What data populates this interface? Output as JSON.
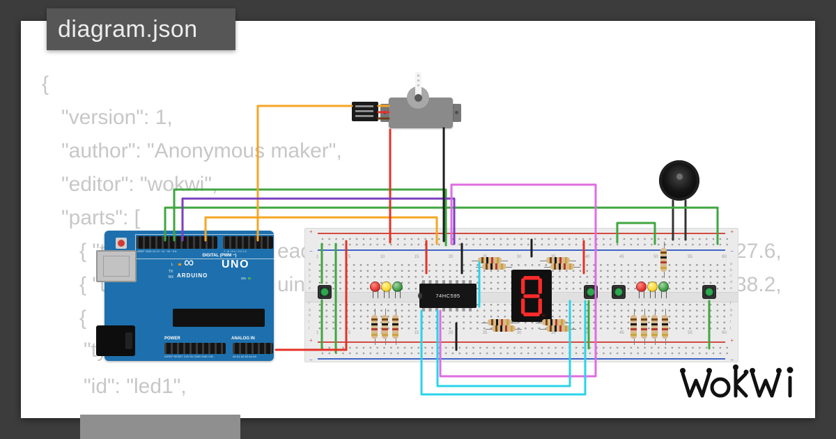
{
  "palette": {
    "frame": "#3c3c3c",
    "card": "#ffffff",
    "title_box_bg": "#565656",
    "code_text": "#c7c7c7",
    "board_blue": "#1d70ad",
    "wire_green": "#3fa63f",
    "wire_red": "#e53125",
    "wire_orange": "#f5a623",
    "wire_black": "#1c1c1c",
    "wire_purple": "#7b3fbf",
    "wire_violet": "#e06ce0",
    "wire_cyan": "#29d3e8",
    "led_red": "#e53935",
    "led_yellow": "#fdd835",
    "led_green": "#43a047"
  },
  "title_box": {
    "label": "diagram.json"
  },
  "code_preview": {
    "fragments": [
      "{",
      "\"version\": 1,",
      "\"author\": \"Anonymous maker\",",
      "\"editor\": \"wokwi\",",
      "\"parts\": [",
      "{ \"ty",
      "ead",
      "27.6,",
      "{ \"ty",
      "uino",
      "38.2,",
      "{",
      "\"ty",
      "\"id\": \"led1\","
    ]
  },
  "arduino": {
    "board_label": "UNO",
    "brand": "ARDUINO",
    "infinity": "∞",
    "digital_label": "DIGITAL (PWM ~)",
    "top_pins_left": "AREF GND 13 12 ~11 ~10 ~9 8",
    "top_pins_right": "7 ~6 ~5 4 ~3 2 1 0",
    "power_label": "POWER",
    "analog_label": "ANALOG IN",
    "power_pins": "IOREF RESET 3.3V 5V GND GND VIN",
    "analog_pins": "A0 A1 A2 A3 A4 A5",
    "led_l": "L",
    "led_tx": "TX",
    "led_rx": "RX",
    "led_on": "ON"
  },
  "breadboard": {
    "column_numbers": [
      "1",
      "5",
      "10",
      "15",
      "20",
      "25",
      "30",
      "35",
      "40",
      "45",
      "50",
      "55",
      "60"
    ],
    "row_letters_top": [
      "a",
      "b",
      "c",
      "d",
      "e"
    ],
    "row_letters_bottom": [
      "f",
      "g",
      "h",
      "i",
      "j"
    ],
    "plus": "+",
    "minus": "−"
  },
  "chip": {
    "label": "74HC595"
  },
  "seven_segment": {
    "value": "8"
  },
  "logo": {
    "text": "wokwi"
  }
}
